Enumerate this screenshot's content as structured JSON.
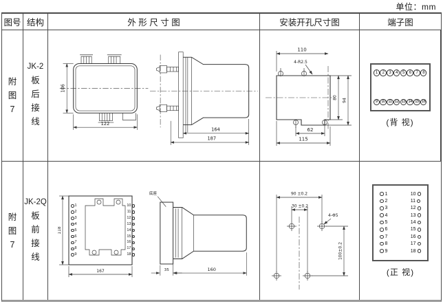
{
  "page": {
    "unit_label": "单位：mm"
  },
  "table": {
    "headers": {
      "fig_no": "图号",
      "structure": "结构",
      "outline": "外 形 尺 寸 图",
      "install": "安装开孔尺寸图",
      "terminal": "端子图"
    }
  },
  "row1": {
    "fig_no_chars": [
      "附",
      "图",
      "7"
    ],
    "model": "JK-2",
    "mount_chars": [
      "板",
      "后",
      "接",
      "线"
    ],
    "front": {
      "height": "106",
      "width": "122"
    },
    "side": {
      "body_depth": "164",
      "total_depth": "187"
    },
    "install": {
      "top_width": "110",
      "corner_label": "4-R2.5",
      "inner_height": "80",
      "outer_height": "94",
      "notch_width": "62",
      "bottom_width": "115"
    },
    "terminal": {
      "top_row": [
        "1",
        "2",
        "3",
        "4",
        "5",
        "6",
        "7",
        "8"
      ],
      "bottom_row": [
        "9",
        "10",
        "11",
        "12",
        "13",
        "14",
        "15",
        "16"
      ],
      "caption": "(背 视)"
    }
  },
  "row2": {
    "fig_no_chars": [
      "附",
      "图",
      "7"
    ],
    "model": "JK-2Q",
    "mount_chars": [
      "板",
      "前",
      "接",
      "线"
    ],
    "front": {
      "height": "118",
      "width": "167"
    },
    "side": {
      "base_label": "底座",
      "base_depth": "35",
      "body_depth": "160"
    },
    "install": {
      "outer_span": "90 ±0.2",
      "inner_span": "30 ±0.2",
      "hole_label": "4-Φ5",
      "vert_span": "100±0.2"
    },
    "terminal": {
      "left_col": [
        "1",
        "2",
        "3",
        "4",
        "5",
        "6",
        "7",
        "8",
        "9"
      ],
      "right_col": [
        "10",
        "11",
        "12",
        "13",
        "14",
        "15",
        "16",
        "17",
        "18"
      ],
      "caption": "(正 视)"
    }
  }
}
